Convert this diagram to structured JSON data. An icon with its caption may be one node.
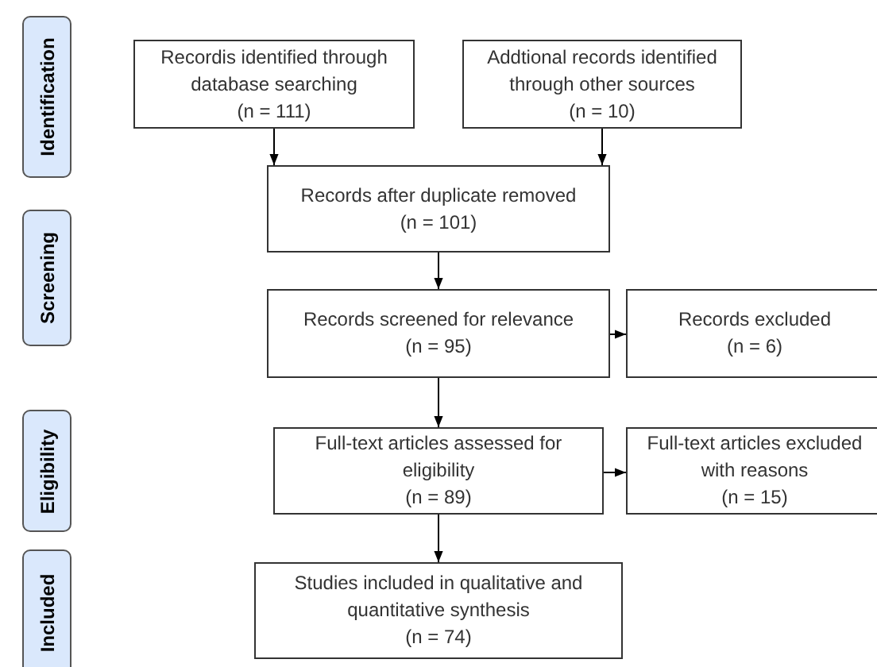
{
  "diagram": {
    "nodes": [
      {
        "text": [
          "Identification"
        ]
      },
      {
        "text": [
          "Screening"
        ]
      },
      {
        "text": [
          "Eligibility"
        ]
      },
      {
        "text": [
          "Included"
        ]
      },
      {
        "text": [
          "Recordis identified through database searching",
          "(n = 111)"
        ]
      },
      {
        "text": [
          "Addtional records identified through other sources",
          "(n = 10)"
        ]
      },
      {
        "text": [
          "Records after duplicate removed",
          "(n = 101)"
        ]
      },
      {
        "text": [
          "Records screened for relevance",
          "(n = 95)"
        ]
      },
      {
        "text": [
          "Records excluded",
          "(n = 6)"
        ]
      },
      {
        "text": [
          "Full-text articles assessed for eligibility",
          "(n = 89)"
        ]
      },
      {
        "text": [
          "Full-text articles excluded with reasons",
          "(n = 15)"
        ]
      },
      {
        "text": [
          "Studies included in qualitative and quantitative synthesis",
          "(n = 74)"
        ]
      }
    ],
    "edges": [
      {
        "from": 4,
        "to": 6,
        "arrow": "to"
      },
      {
        "from": 5,
        "to": 6,
        "arrow": "to"
      },
      {
        "from": 6,
        "to": 7,
        "arrow": "to"
      },
      {
        "from": 7,
        "to": 8,
        "arrow": "to"
      },
      {
        "from": 7,
        "to": 9,
        "arrow": "to"
      },
      {
        "from": 9,
        "to": 10,
        "arrow": "to"
      },
      {
        "from": 9,
        "to": 11,
        "arrow": "to"
      }
    ]
  }
}
